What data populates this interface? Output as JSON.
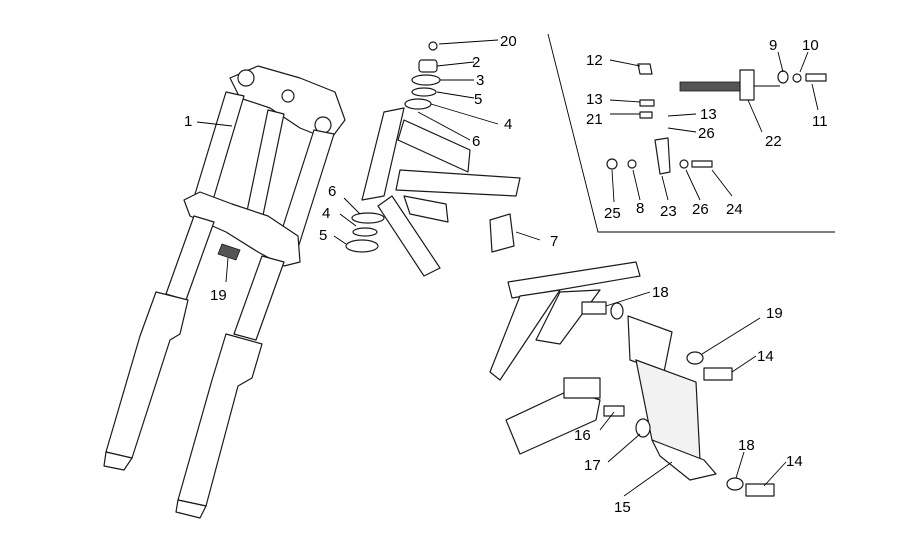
{
  "diagram": {
    "type": "exploded-parts-diagram",
    "callouts": [
      {
        "id": "c1",
        "text": "1"
      },
      {
        "id": "c2",
        "text": "2"
      },
      {
        "id": "c3",
        "text": "3"
      },
      {
        "id": "c4a",
        "text": "4"
      },
      {
        "id": "c4b",
        "text": "4"
      },
      {
        "id": "c5a",
        "text": "5"
      },
      {
        "id": "c5b",
        "text": "5"
      },
      {
        "id": "c6a",
        "text": "6"
      },
      {
        "id": "c6b",
        "text": "6"
      },
      {
        "id": "c7",
        "text": "7"
      },
      {
        "id": "c9",
        "text": "9"
      },
      {
        "id": "c10",
        "text": "10"
      },
      {
        "id": "c11",
        "text": "11"
      },
      {
        "id": "c12",
        "text": "12"
      },
      {
        "id": "c13a",
        "text": "13"
      },
      {
        "id": "c13b",
        "text": "13"
      },
      {
        "id": "c14a",
        "text": "14"
      },
      {
        "id": "c14b",
        "text": "14"
      },
      {
        "id": "c15",
        "text": "15"
      },
      {
        "id": "c16",
        "text": "16"
      },
      {
        "id": "c17",
        "text": "17"
      },
      {
        "id": "c18a",
        "text": "18"
      },
      {
        "id": "c18b",
        "text": "18"
      },
      {
        "id": "c19a",
        "text": "19"
      },
      {
        "id": "c19b",
        "text": "19"
      },
      {
        "id": "c20",
        "text": "20"
      },
      {
        "id": "c21",
        "text": "21"
      },
      {
        "id": "c22",
        "text": "22"
      },
      {
        "id": "c23",
        "text": "23"
      },
      {
        "id": "c24",
        "text": "24"
      },
      {
        "id": "c25",
        "text": "25"
      },
      {
        "id": "c26a",
        "text": "26"
      },
      {
        "id": "c26b",
        "text": "26"
      },
      {
        "id": "c8",
        "text": "8"
      }
    ]
  }
}
